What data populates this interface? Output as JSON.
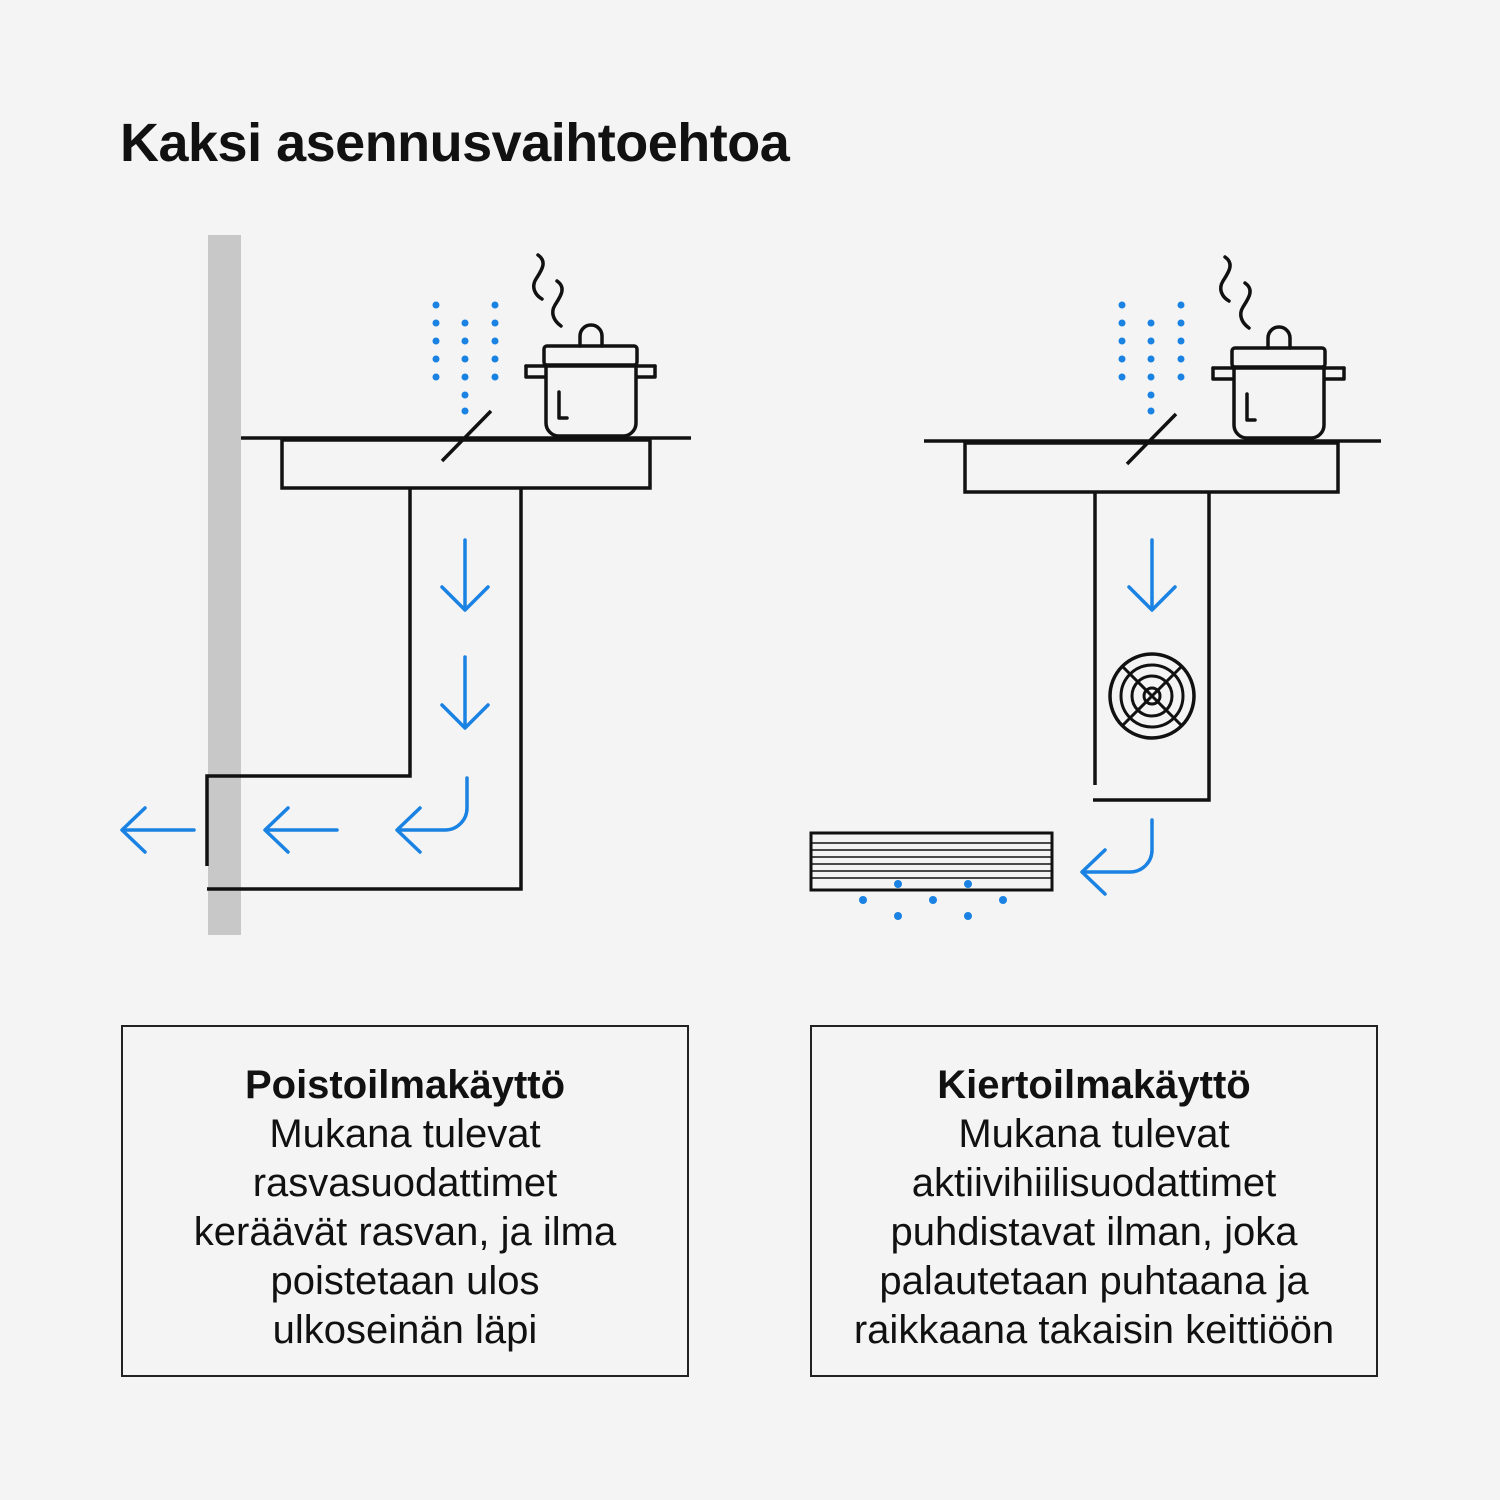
{
  "title": "Kaksi asennusvaihtoehtoa",
  "colors": {
    "accent": "#1a82e2",
    "line": "#111111",
    "wall": "#c8c8c8",
    "background": "#f4f4f4"
  },
  "options": [
    {
      "heading": "Poistoilmakäyttö",
      "lines": [
        "Mukana tulevat",
        "rasvasuodattimet",
        "keräävät rasvan, ja ilma",
        "poistetaan ulos",
        "ulkoseinän läpi"
      ]
    },
    {
      "heading": "Kiertoilmakäyttö",
      "lines": [
        "Mukana tulevat",
        "aktiivihiilisuodattimet",
        "puhdistavat ilman, joka",
        "palautetaan puhtaana ja",
        "raikkaana takaisin keittiöön"
      ]
    }
  ],
  "icons": [
    "pot-icon",
    "steam-icon",
    "arrow-down-icon",
    "arrow-left-icon",
    "fan-icon",
    "vent-grille-icon"
  ]
}
